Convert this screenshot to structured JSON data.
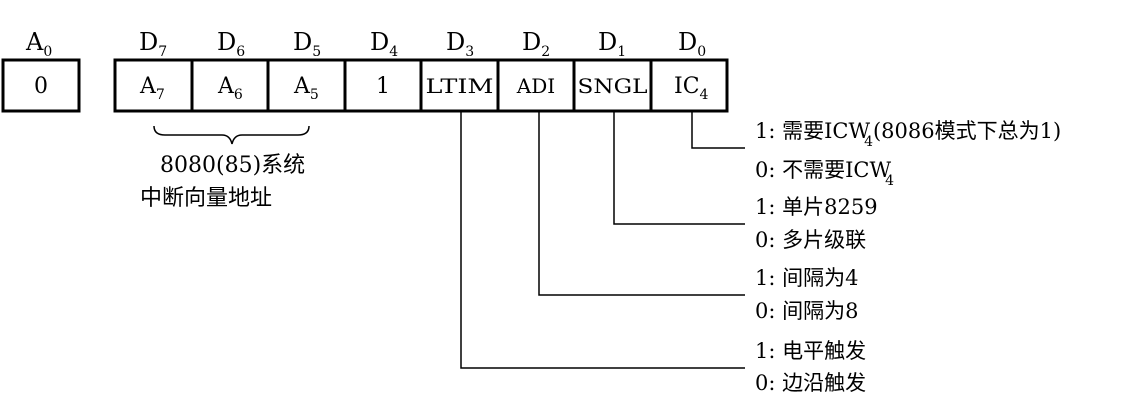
{
  "register": {
    "a0_header": {
      "main": "A",
      "sub": "0"
    },
    "a0_cell": {
      "main": "0",
      "sub": ""
    },
    "bit_headers": [
      {
        "main": "D",
        "sub": "7"
      },
      {
        "main": "D",
        "sub": "6"
      },
      {
        "main": "D",
        "sub": "5"
      },
      {
        "main": "D",
        "sub": "4"
      },
      {
        "main": "D",
        "sub": "3"
      },
      {
        "main": "D",
        "sub": "2"
      },
      {
        "main": "D",
        "sub": "1"
      },
      {
        "main": "D",
        "sub": "0"
      }
    ],
    "bit_cells": [
      {
        "main": "A",
        "sub": "7"
      },
      {
        "main": "A",
        "sub": "6"
      },
      {
        "main": "A",
        "sub": "5"
      },
      {
        "main": "1",
        "sub": ""
      },
      {
        "main": "LTIM",
        "sub": ""
      },
      {
        "main": "ADI",
        "sub": ""
      },
      {
        "main": "SNGL",
        "sub": ""
      },
      {
        "main": "IC",
        "sub": "4"
      }
    ]
  },
  "vector_note": {
    "line1": "8080(85)系统",
    "line2": "中断向量地址"
  },
  "options": {
    "ic4": {
      "one_prefix": "1:  需要ICW",
      "one_sub": "4",
      "one_suffix": "(8086模式下总为1)",
      "zero_prefix": "0:  不需要ICW",
      "zero_sub": "4"
    },
    "sngl": {
      "one": "1:  单片8259",
      "zero": "0:  多片级联"
    },
    "adi": {
      "one": "1:  间隔为4",
      "zero": "0:  间隔为8"
    },
    "ltim": {
      "one": "1:  电平触发",
      "zero": "0:  边沿触发"
    }
  }
}
